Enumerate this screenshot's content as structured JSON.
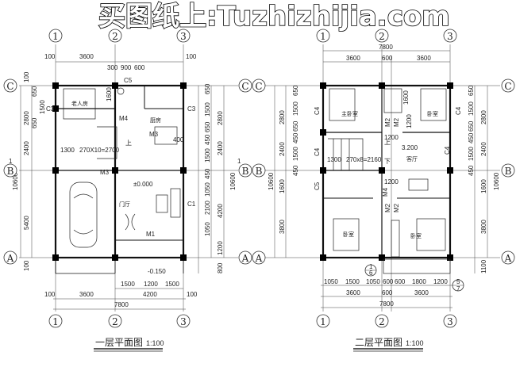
{
  "watermark": "买图纸上:Tuzhizhijia.com",
  "axes": {
    "one": "1",
    "two": "2",
    "three": "3",
    "a": "A",
    "b": "B",
    "c": "C"
  },
  "plan1": {
    "title": "一层平面图",
    "scale": "1:100",
    "rooms": {
      "elder": "老人房",
      "kitchen": "厨房",
      "foyer": "门厅"
    },
    "levels": {
      "floor": "±0.000",
      "outside": "-0.150"
    },
    "tags": {
      "m1": "M1",
      "m3": "M3",
      "m3b": "M3",
      "m4": "M4",
      "c1": "C1",
      "c3a": "C3",
      "c3b": "C3",
      "c5": "C5",
      "up": "上",
      "stair": "270X10=2700",
      "stair_w": "1300",
      "w400": "400",
      "d1600": "1600"
    },
    "dims_top": [
      "100",
      "3600",
      "300",
      "900",
      "600",
      "100"
    ],
    "dims_bottom_1": [
      "1500",
      "1200",
      "1500"
    ],
    "dims_bottom_2": [
      "100",
      "3600",
      "4200",
      "100"
    ],
    "dims_bottom_total": "7800",
    "dims_left": [
      "650",
      "1500",
      "650",
      "2800",
      "2400",
      "5400",
      "10600",
      "100",
      "100"
    ],
    "dims_right": [
      "650",
      "1500",
      "650",
      "450",
      "1500",
      "450",
      "1050",
      "2100",
      "1050",
      "1200",
      "800",
      "2800",
      "2400",
      "4200",
      "10600"
    ],
    "section_mark": "1"
  },
  "plan2": {
    "title": "二层平面图",
    "scale": "1:100",
    "rooms": {
      "master": "主卧室",
      "bed2": "卧室",
      "bed3": "卧室",
      "bed4": "卧室",
      "living": "客厅"
    },
    "levels": {
      "floor": "3.200"
    },
    "tags": {
      "m2a": "M2",
      "m2b": "M2",
      "m2c": "M2",
      "m2d": "M2",
      "m4": "M4",
      "c4a": "C4",
      "c4b": "C4",
      "c4c": "C4",
      "c4d": "C4",
      "c5": "C5",
      "up": "上",
      "down": "下",
      "stair": "270x8=2160",
      "stair_w": "1300",
      "d1200a": "1200",
      "d1200b": "1200",
      "d1200c": "1200",
      "d1600": "1600"
    },
    "dims_top": [
      "7800",
      "3600",
      "600",
      "3600"
    ],
    "dims_bottom_1": [
      "1050",
      "1500",
      "1050",
      "600",
      "600",
      "1800",
      "1200"
    ],
    "dims_bottom_2": [
      "3600",
      "600",
      "3600"
    ],
    "dims_bottom_total": "7800",
    "dims_left": [
      "650",
      "1500",
      "650",
      "450",
      "1500",
      "450",
      "2800",
      "2400",
      "1600",
      "3800",
      "10600"
    ],
    "dims_right": [
      "650",
      "1500",
      "650",
      "450",
      "1500",
      "450",
      "2800",
      "2400",
      "1600",
      "3800",
      "1100",
      "10600"
    ],
    "detail_marks": {
      "d1_top": "1",
      "d1_bottom": "6",
      "d2_top": "5",
      "d2_bottom": "7"
    }
  }
}
